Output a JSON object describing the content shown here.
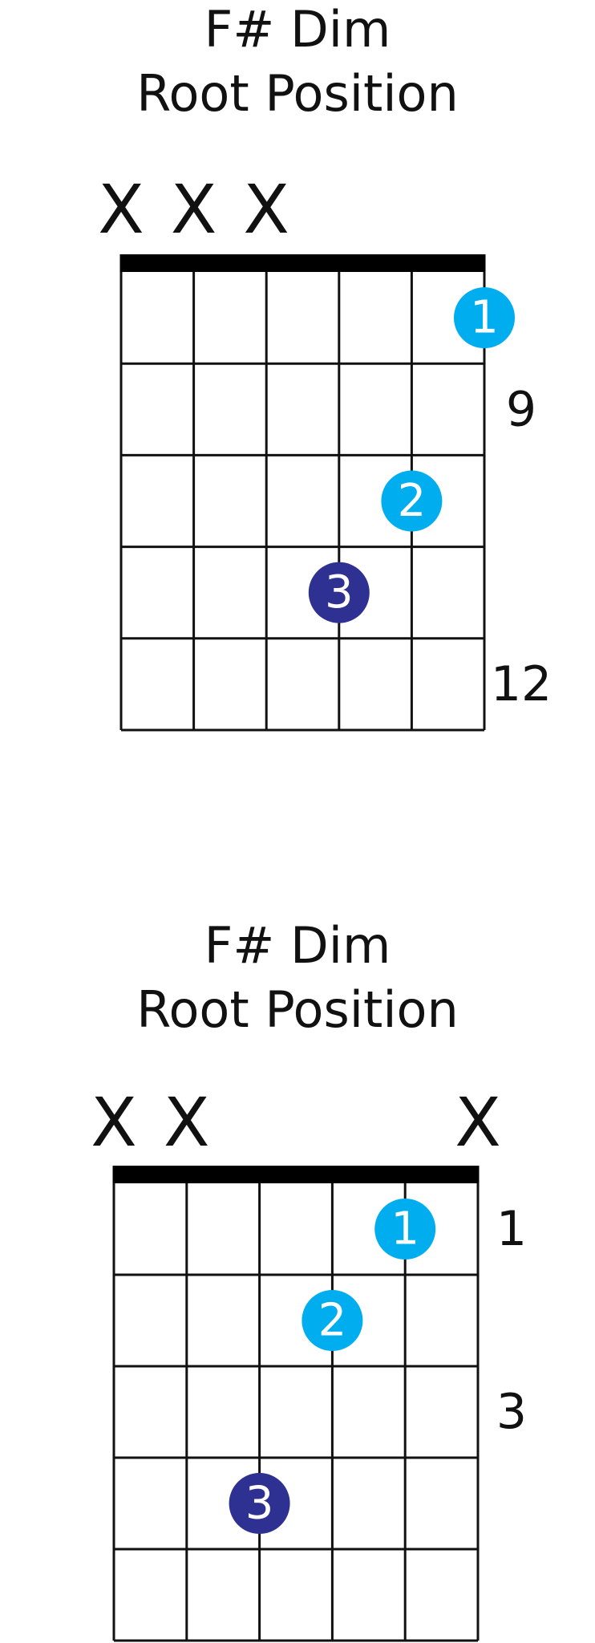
{
  "charts": [
    {
      "title": "F# Dim",
      "subtitle": "Root Position",
      "marks": [
        "X",
        "X",
        "X",
        "",
        "",
        ""
      ],
      "fret_labels": [
        {
          "text": "9",
          "fret": 2
        },
        {
          "text": "12",
          "fret": 5
        }
      ],
      "fret_count": 5,
      "notes": [
        {
          "string": 6,
          "fret": 1,
          "finger": "1",
          "color": "#00aeef"
        },
        {
          "string": 5,
          "fret": 3,
          "finger": "2",
          "color": "#00aeef"
        },
        {
          "string": 4,
          "fret": 4,
          "finger": "3",
          "color": "#2e3192"
        }
      ]
    },
    {
      "title": "F# Dim",
      "subtitle": "Root Position",
      "marks": [
        "X",
        "X",
        "",
        "",
        "",
        "X"
      ],
      "fret_labels": [
        {
          "text": "1",
          "fret": 1
        },
        {
          "text": "3",
          "fret": 3
        }
      ],
      "fret_count": 5,
      "notes": [
        {
          "string": 5,
          "fret": 1,
          "finger": "1",
          "color": "#00aeef"
        },
        {
          "string": 4,
          "fret": 2,
          "finger": "2",
          "color": "#00aeef"
        },
        {
          "string": 3,
          "fret": 4,
          "finger": "3",
          "color": "#2e3192"
        }
      ]
    }
  ]
}
